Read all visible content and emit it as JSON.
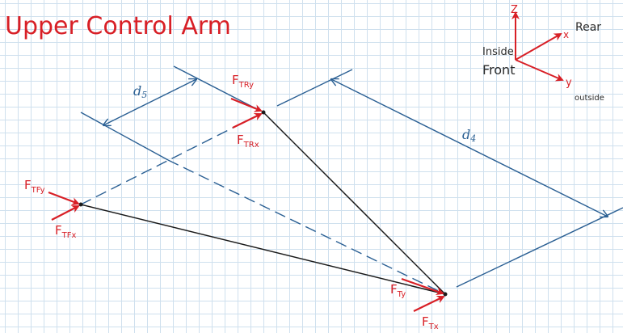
{
  "title": "Upper Control Arm",
  "colors": {
    "force": "#d81f26",
    "dimension": "#2a5f93",
    "member": "#1a1a1a"
  },
  "axes": {
    "z": "Z",
    "x": "x",
    "y": "y",
    "rear": "Rear",
    "inside": "Inside",
    "front": "Front",
    "outside": "outside"
  },
  "dimensions": {
    "d5": "d",
    "d5_sub": "5",
    "d4": "d",
    "d4_sub": "4"
  },
  "forces": {
    "f_try": {
      "main": "F",
      "sub": "TRy"
    },
    "f_trx": {
      "main": "F",
      "sub": "TRx"
    },
    "f_tfy": {
      "main": "F",
      "sub": "TFy"
    },
    "f_tfx": {
      "main": "F",
      "sub": "TFx"
    },
    "f_ty": {
      "main": "F",
      "sub": "Ty"
    },
    "f_tx": {
      "main": "F",
      "sub": "Tx"
    }
  }
}
